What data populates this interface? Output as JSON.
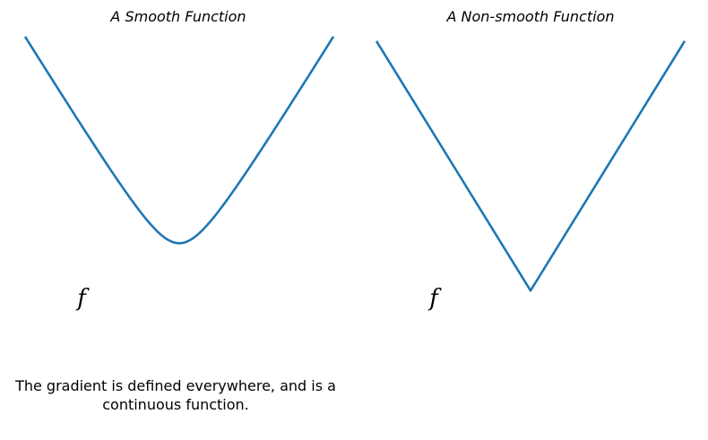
{
  "chart_data": [
    {
      "type": "line",
      "title": "A Smooth Function",
      "function_label": "f",
      "caption_lines": [
        "The gradient is defined everywhere, and is a",
        "continuous function."
      ],
      "xlim": [
        -2,
        2
      ],
      "ylim": [
        -0.4,
        2.2
      ],
      "grid": false,
      "axes_visible": false,
      "series": [
        {
          "x": [
            -2.0,
            -1.5,
            -1.0,
            -0.5,
            -0.25,
            0.0,
            0.25,
            0.5,
            1.0,
            1.5,
            2.0
          ],
          "y": [
            2.01,
            1.51,
            1.02,
            0.59,
            0.43,
            0.38,
            0.43,
            0.59,
            1.02,
            1.51,
            2.01
          ],
          "color": "#1f77b4"
        }
      ]
    },
    {
      "type": "line",
      "title": "A Non-smooth Function",
      "function_label": "f",
      "caption_lines": [],
      "xlim": [
        -2,
        2
      ],
      "ylim": [
        -0.4,
        2.2
      ],
      "grid": false,
      "axes_visible": false,
      "series": [
        {
          "x": [
            -2.0,
            0.0,
            2.0
          ],
          "y": [
            2.0,
            0.0,
            2.0
          ],
          "color": "#1f77b4"
        }
      ]
    }
  ]
}
